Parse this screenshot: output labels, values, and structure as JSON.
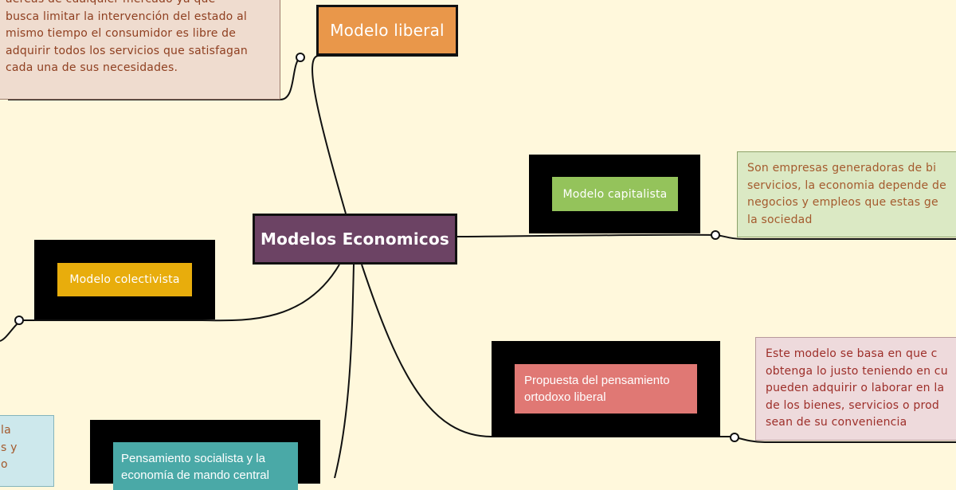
{
  "central": {
    "label": "Modelos Economicos"
  },
  "liberal": {
    "label": "Modelo liberal",
    "note_lines": [
      "",
      "aéreas de cualquier mercado ya que",
      "busca limitar la intervención del estado al",
      "mismo tiempo el consumidor es libre de",
      "adquirir todos los servicios que satisfagan",
      "cada una de sus necesidades."
    ]
  },
  "capitalista": {
    "label": "Modelo capitalista",
    "note_lines": [
      "Son empresas generadoras de bi",
      "servicios, la economia depende de",
      "negocios y  empleos que estas ge",
      "la sociedad"
    ]
  },
  "colectivista": {
    "label": "Modelo colectivista"
  },
  "ortodoxo": {
    "label": "Propuesta del pensamiento ortodoxo liberal",
    "note_lines": [
      "Este modelo se basa en que c",
      "obtenga lo justo teniendo en cu",
      "pueden adquirir o laborar en la",
      "de los bienes, servicios o prod",
      "sean de su conveniencia"
    ]
  },
  "socialista": {
    "label": "Pensamiento socialista y la economía de mando central",
    "note_lines": [
      "la",
      "s y",
      "o"
    ]
  },
  "colors": {
    "background": "#fff8dc",
    "central": "#6c4364",
    "liberal": "#e9974a",
    "capitalista": "#94c35b",
    "colectivista": "#e8ad0c",
    "ortodoxo": "#e07874",
    "socialista": "#4aa9a7"
  }
}
